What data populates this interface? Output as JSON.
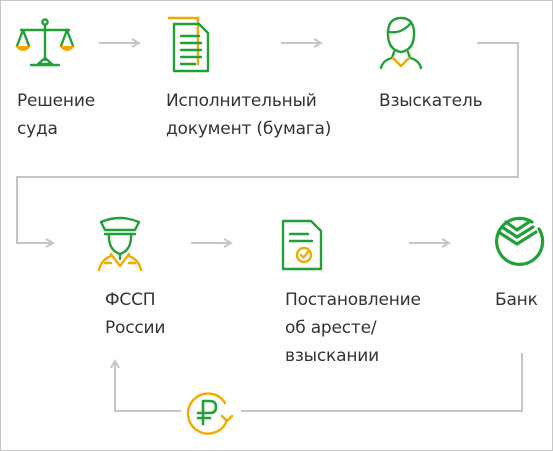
{
  "colors": {
    "green": "#21a038",
    "yellow": "#f2a900",
    "arrow_gray": "#c6c6c6",
    "text": "#333333"
  },
  "steps": {
    "court_decision": {
      "line1": "Решение",
      "line2": "суда",
      "icon": "scales-icon"
    },
    "writ": {
      "line1": "Исполнительный",
      "line2": "документ (бумага)",
      "icon": "document-icon"
    },
    "claimant": {
      "line1": "Взыскатель",
      "icon": "person-icon"
    },
    "fssp": {
      "line1": "ФССП",
      "line2": "России",
      "icon": "bailiff-icon"
    },
    "resolution": {
      "line1": "Постановление",
      "line2": "об аресте/",
      "line3": "взыскании",
      "icon": "resolution-document-icon"
    },
    "bank": {
      "line1": "Банк",
      "icon": "sber-logo-icon"
    }
  },
  "return_flow": {
    "icon": "ruble-cycle-icon"
  }
}
